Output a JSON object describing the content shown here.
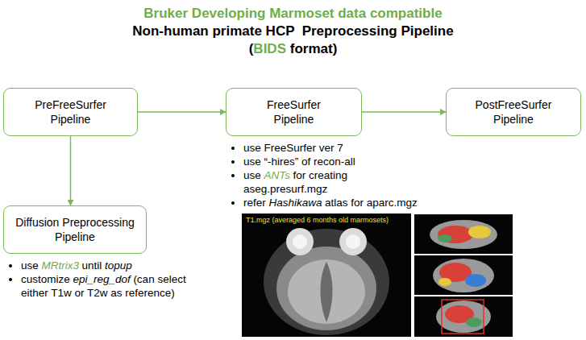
{
  "diagram": {
    "title": "Bruker Developing Marmoset data compatible",
    "nodes": [
      {
        "text": [
          "PreFreeSurfer Pipeline"
        ]
      },
      {
        "text": [
          "FreeSurfer Pipeline"
        ]
      },
      {
        "text": [
          "PostFreeSurfer Pipeline"
        ]
      },
      {
        "text": [
          "Diffusion Preprocessing Pipeline"
        ]
      }
    ],
    "edges": [
      {
        "from": 0,
        "to": 1,
        "arrow": "to"
      },
      {
        "from": 1,
        "to": 2,
        "arrow": "to"
      },
      {
        "from": 0,
        "to": 3,
        "arrow": "to"
      }
    ],
    "labels": [
      "Non-human primate HCP  Preprocessing Pipeline",
      "(",
      "BIDS",
      "format)",
      "use FreeSurfer ver 7",
      "use “-hires” of recon-all",
      "use",
      "ANTs",
      "for creating",
      "aseg.presurf.mgz",
      "refer",
      "Hashikawa",
      "atlas for aparc.mgz",
      "T1.mgz (averaged 6 months old marmosets)",
      "use",
      "MRtrix3",
      "until",
      "topup",
      "customize",
      "epi_reg_dof",
      "(can select either T1w or T2w as reference)"
    ]
  }
}
